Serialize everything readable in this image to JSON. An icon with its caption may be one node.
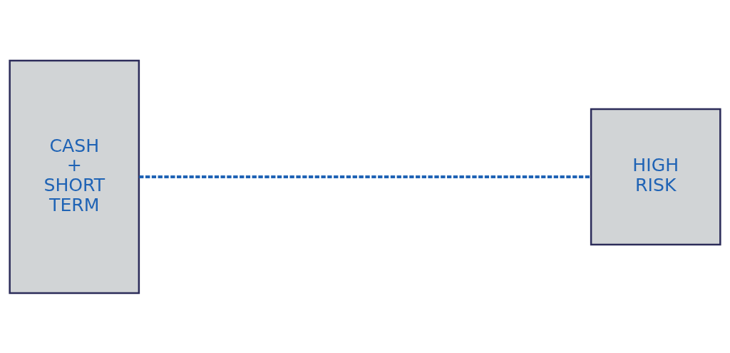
{
  "diagram": {
    "nodes": [
      {
        "text": [
          "CASH + SHORT TERM"
        ]
      },
      {
        "text": [
          "HIGH RISK"
        ]
      }
    ],
    "edges": [
      {
        "from": 0,
        "to": 1,
        "arrow": "none",
        "style": "dashed"
      }
    ]
  }
}
